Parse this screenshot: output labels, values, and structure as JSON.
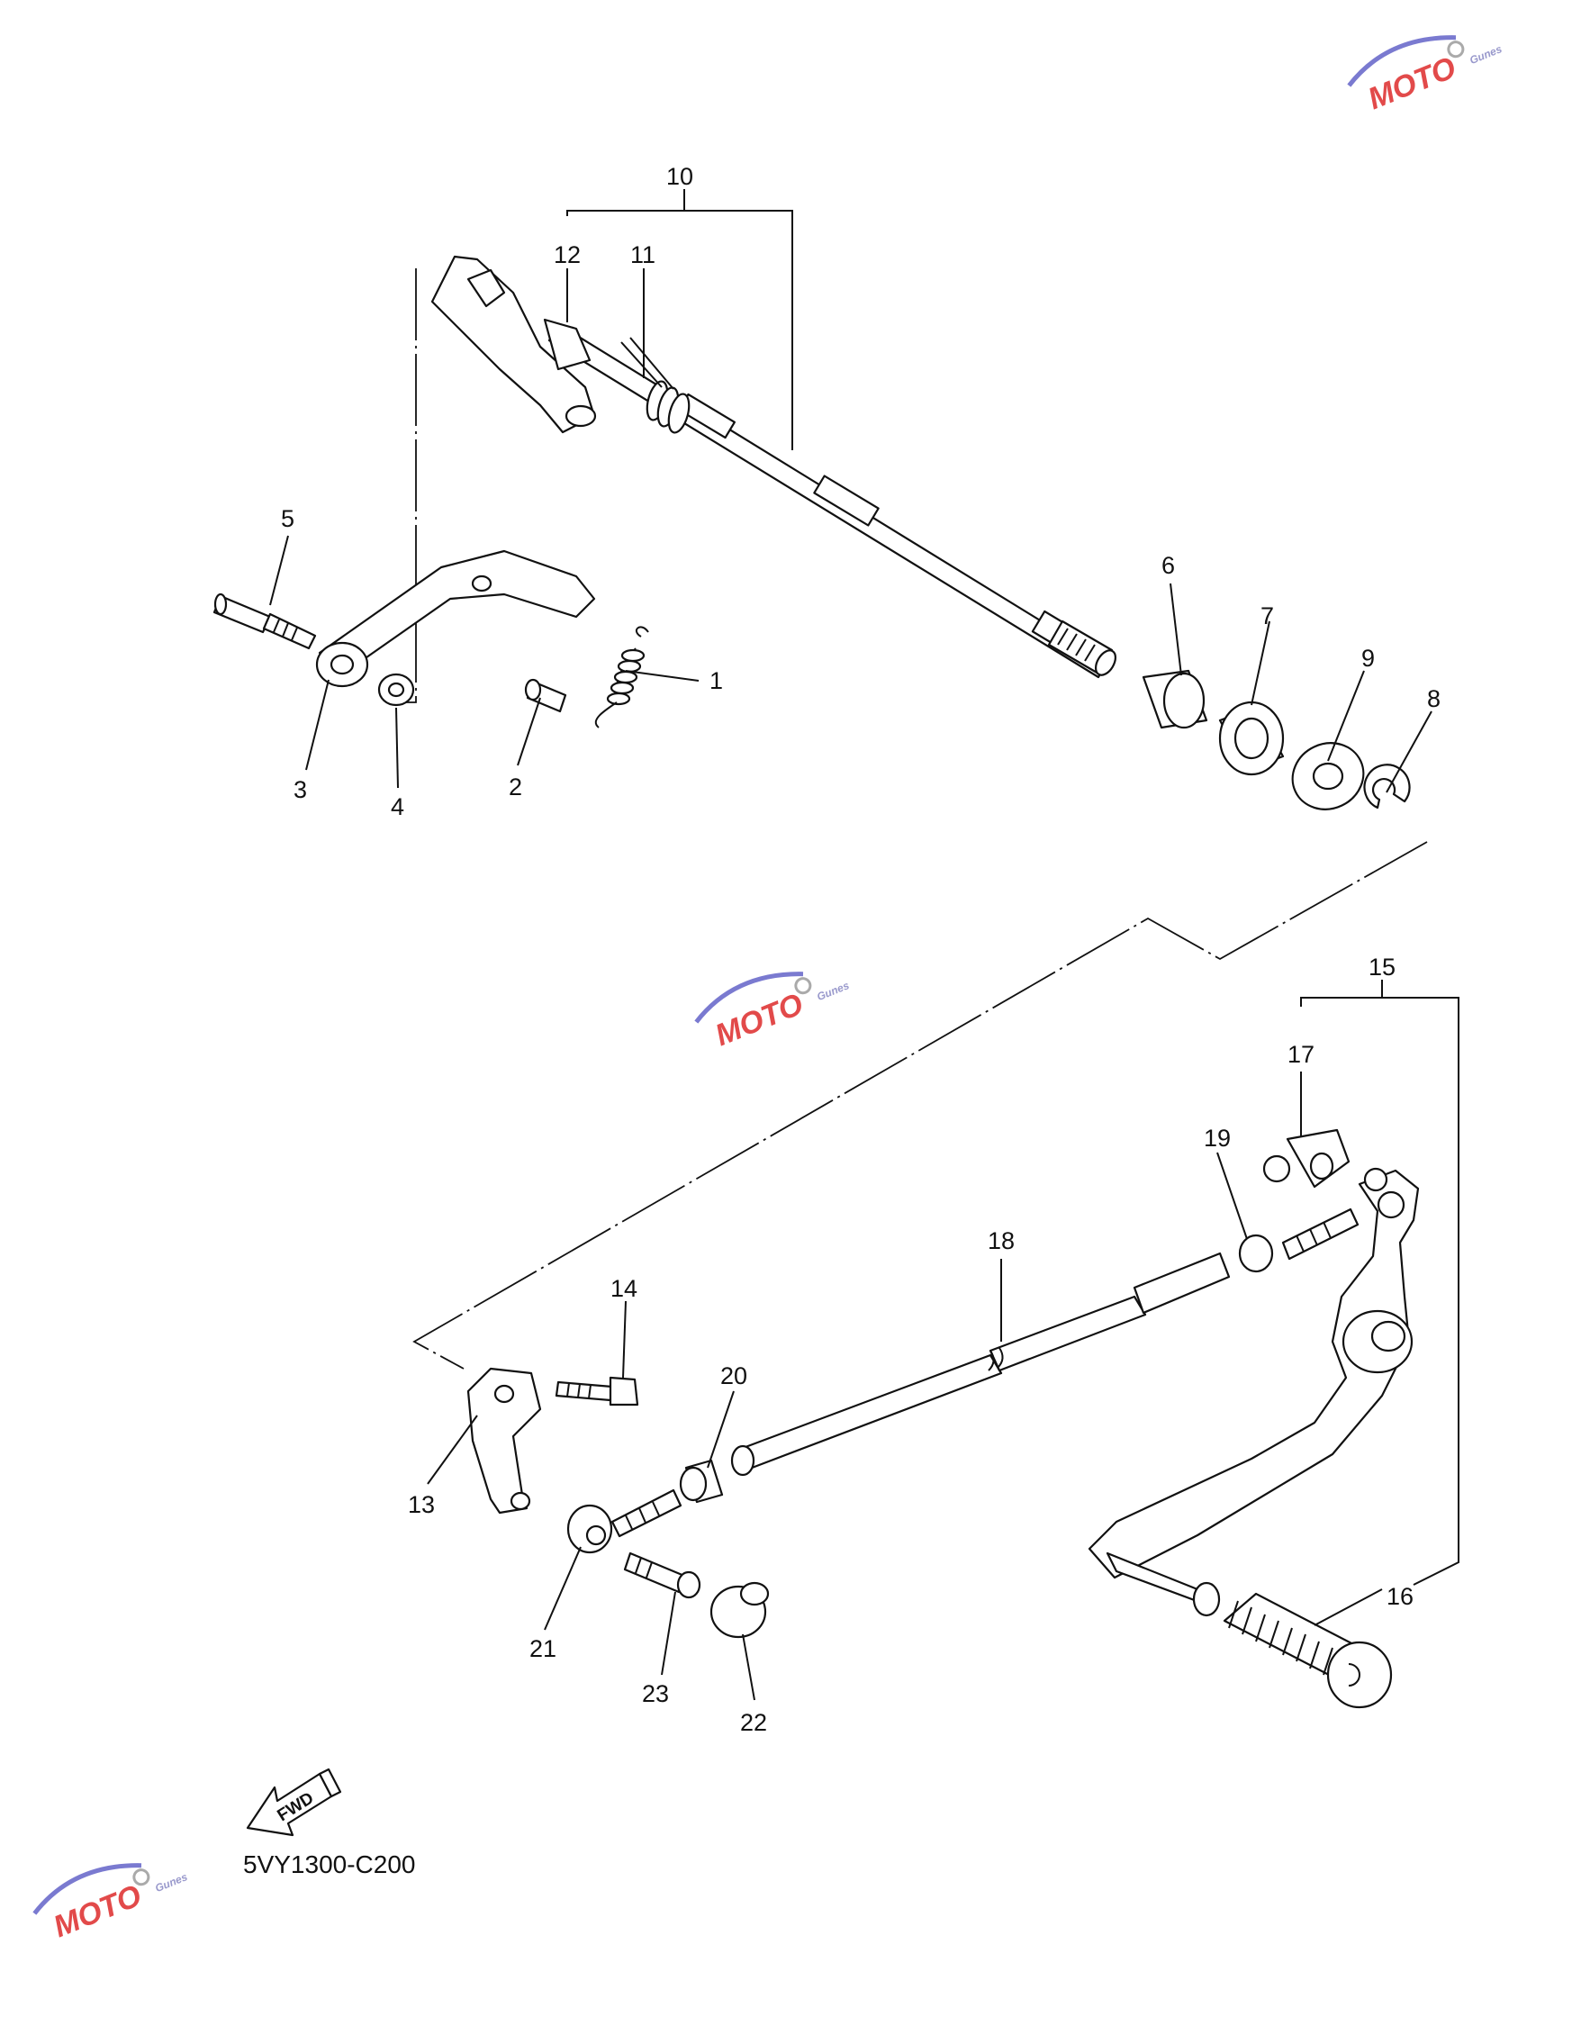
{
  "diagram": {
    "drawing_code": "5VY1300-C200",
    "fwd_label": "FWD",
    "watermark": {
      "brand": "MOTO",
      "sub": "Gunes"
    },
    "callouts": [
      "1",
      "2",
      "3",
      "4",
      "5",
      "6",
      "7",
      "8",
      "9",
      "10",
      "11",
      "12",
      "13",
      "14",
      "15",
      "16",
      "17",
      "18",
      "19",
      "20",
      "21",
      "22",
      "23"
    ]
  }
}
